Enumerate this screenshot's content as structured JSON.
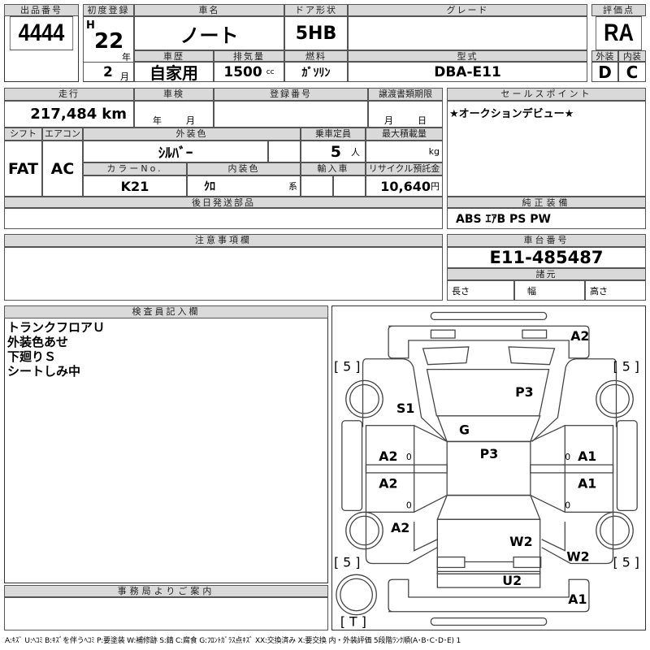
{
  "lot": {
    "label": "出品番号",
    "value": "4444"
  },
  "first_reg": {
    "label": "初度登録",
    "era": "H",
    "year": "22",
    "year_unit": "年",
    "month": "2",
    "month_unit": "月"
  },
  "car_name": {
    "label": "車名",
    "value": "ノート"
  },
  "door": {
    "label": "ドア形状",
    "value": "5HB"
  },
  "grade": {
    "label": "グレード",
    "value": ""
  },
  "score": {
    "label": "評価点",
    "value": "RA",
    "ext_label": "外装",
    "int_label": "内装",
    "ext": "D",
    "int": "C"
  },
  "history": {
    "label": "車歴",
    "value": "自家用"
  },
  "displacement": {
    "label": "排気量",
    "value": "1500",
    "unit": "cc"
  },
  "fuel": {
    "label": "燃料",
    "value": "ｶﾞｿﾘﾝ"
  },
  "model": {
    "label": "型式",
    "value": "DBA-E11"
  },
  "mileage": {
    "label": "走行",
    "value": "217,484",
    "unit": "km"
  },
  "inspection": {
    "label": "車検",
    "year_unit": "年",
    "month_unit": "月"
  },
  "registration": {
    "label": "登録番号"
  },
  "transfer": {
    "label": "譲渡書類期限",
    "month_unit": "月",
    "day_unit": "日"
  },
  "shift": {
    "label": "シフト",
    "value": "FAT"
  },
  "ac": {
    "label": "エアコン",
    "value": "AC"
  },
  "ext_color": {
    "label": "外装色",
    "value": "ｼﾙﾊﾞｰ"
  },
  "capacity": {
    "label": "乗車定員",
    "value": "5",
    "unit": "人"
  },
  "max_load": {
    "label": "最大積載量",
    "unit": "kg"
  },
  "color_no": {
    "label": "カラーNo.",
    "value": "K21"
  },
  "int_color": {
    "label": "内装色",
    "value": "ｸﾛ",
    "unit": "系"
  },
  "import": {
    "label": "輸入車"
  },
  "recycle": {
    "label": "リサイクル預託金",
    "value": "10,640",
    "unit": "円"
  },
  "later_parts": {
    "label": "後日発送部品"
  },
  "sales_point": {
    "label": "セールスポイント",
    "value": "★オークションデビュー★"
  },
  "equipment": {
    "label": "純正装備",
    "value": "ABS ｴｱB PS PW"
  },
  "notes": {
    "label": "注意事項欄"
  },
  "chassis": {
    "label": "車台番号",
    "value": "E11-485487",
    "spec_label": "諸元",
    "length": "長さ",
    "width": "幅",
    "height": "高さ"
  },
  "inspector": {
    "label": "検査員記入欄",
    "lines": [
      "トランクフロアＵ",
      "外装色あせ",
      "下廻りＳ",
      "シートしみ中"
    ]
  },
  "office": {
    "label": "事務局よりご案内"
  },
  "diagram": {
    "marks": [
      "A2",
      "P3",
      "S1",
      "G",
      "P3",
      "A2",
      "A1",
      "A2",
      "A1",
      "A2",
      "W2",
      "W2",
      "U2",
      "A1"
    ],
    "tires": [
      "[ 5 ]",
      "[ 5 ]",
      "[ 5 ]",
      "[ 5 ]",
      "[ T ]"
    ],
    "zero": "0"
  },
  "legend": "A:ｷｽﾞ  U:ﾍｺﾐ  B:ｷｽﾞを伴うﾍｺﾐ  P:要塗装  W:補修跡  S:錆  C:腐食  G:ﾌﾛﾝﾄｶﾞﾗｽ点ｷｽﾞ  XX:交換済み  X:要交換  内・外装評価  5段階ﾗﾝｸ順(A･B･C･D･E) 1"
}
